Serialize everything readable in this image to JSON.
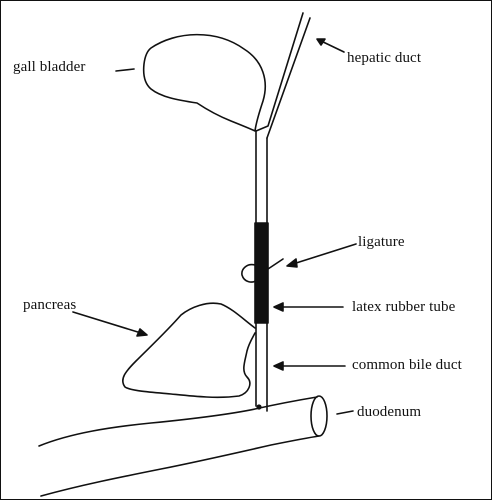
{
  "labels": {
    "gall_bladder": "gall bladder",
    "hepatic_duct": "hepatic duct",
    "ligature": "ligature",
    "latex_rubber_tube": "latex rubber tube",
    "pancreas": "pancreas",
    "common_bile_duct": "common bile duct",
    "duodenum": "duodenum"
  },
  "colors": {
    "ink": "#111111",
    "tube": "#111111",
    "background": "#ffffff"
  }
}
